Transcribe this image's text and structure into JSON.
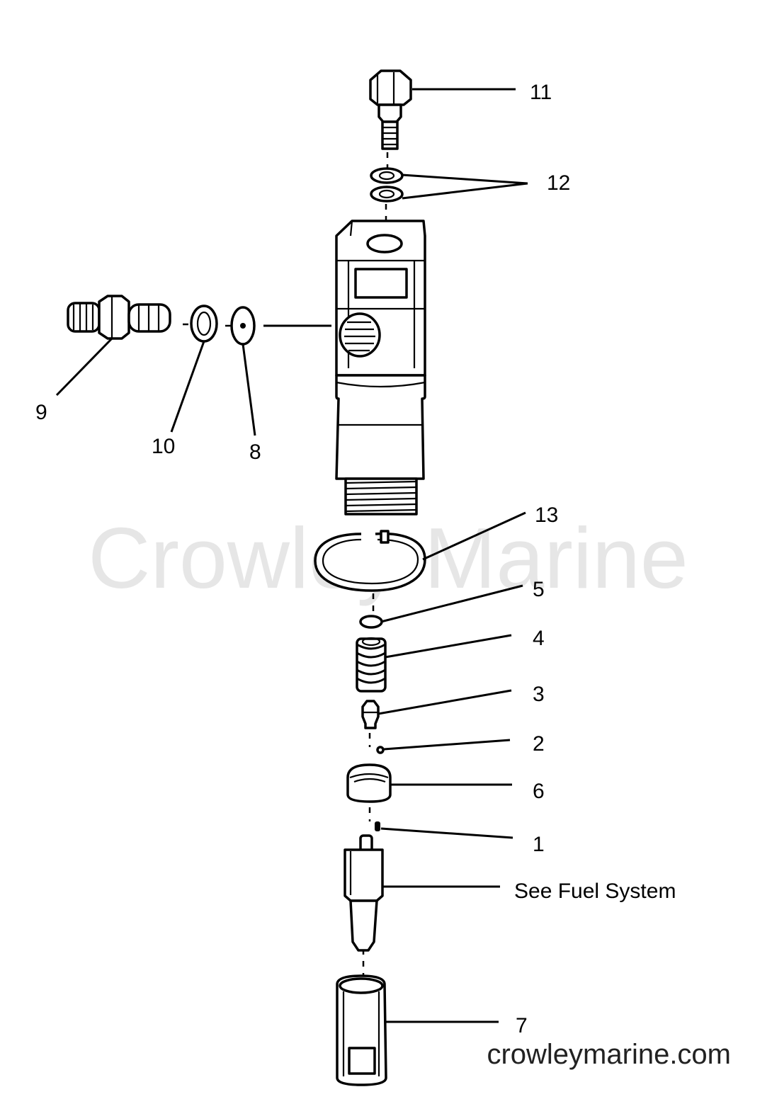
{
  "watermark": "Crowley Marine",
  "site": "crowleymarine.com",
  "callouts": {
    "p1": "1",
    "p2": "2",
    "p3": "3",
    "p4": "4",
    "p5": "5",
    "p6": "6",
    "p7": "7",
    "p8": "8",
    "p9": "9",
    "p10": "10",
    "p11": "11",
    "p12": "12",
    "p13": "13",
    "fuel": "See Fuel System"
  }
}
